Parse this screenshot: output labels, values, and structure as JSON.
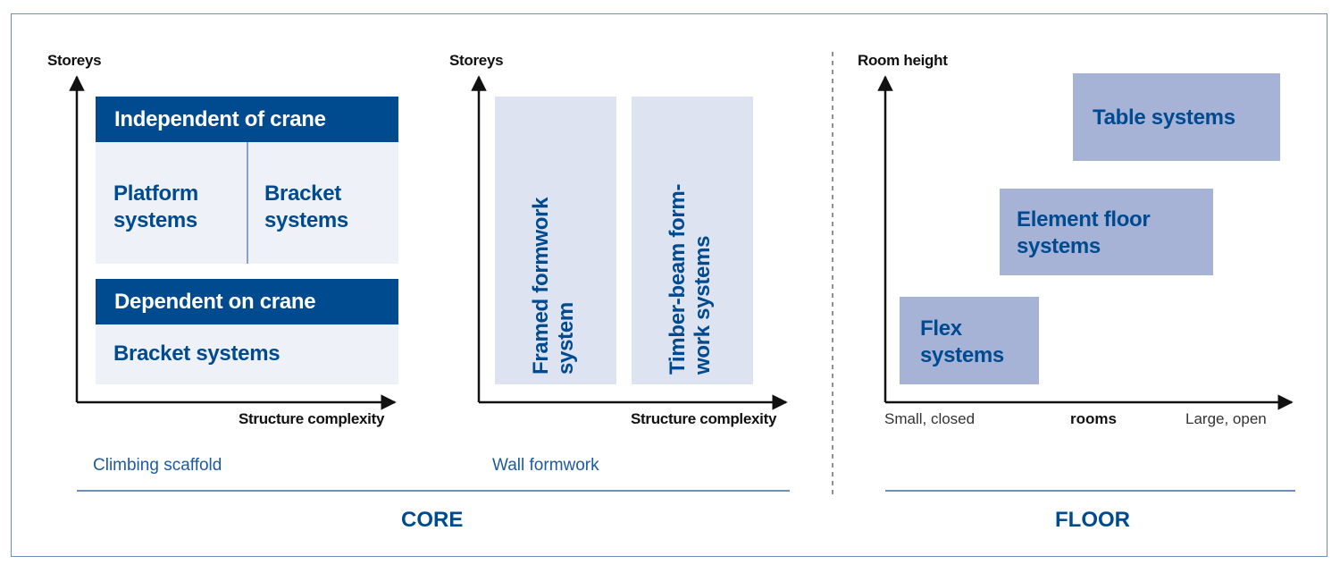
{
  "core": {
    "section_title": "CORE",
    "climbing": {
      "y_axis": "Storeys",
      "x_axis": "Structure complexity",
      "caption": "Climbing scaffold",
      "independent_title": "Independent of crane",
      "platform": "Platform\nsystems",
      "bracket_top": "Bracket\nsystems",
      "dependent_title": "Dependent on crane",
      "bracket_bottom": "Bracket systems"
    },
    "wall": {
      "y_axis": "Storeys",
      "x_axis": "Structure complexity",
      "caption": "Wall formwork",
      "col1": "Framed formwork\nsystem",
      "col2": "Timber-beam form-\nwork systems"
    }
  },
  "floor": {
    "section_title": "FLOOR",
    "y_axis": "Room height",
    "x_left": "Small, closed",
    "x_mid": "rooms",
    "x_right": "Large, open",
    "boxes": {
      "table": "Table systems",
      "element": "Element floor\nsystems",
      "flex": "Flex\nsystems"
    }
  },
  "colors": {
    "dark_blue": "#004a8f",
    "light_box": "#eef1f7",
    "wall_column": "#dde3f1",
    "floor_box": "#a6b3d7",
    "frame": "#6f8fb8"
  }
}
